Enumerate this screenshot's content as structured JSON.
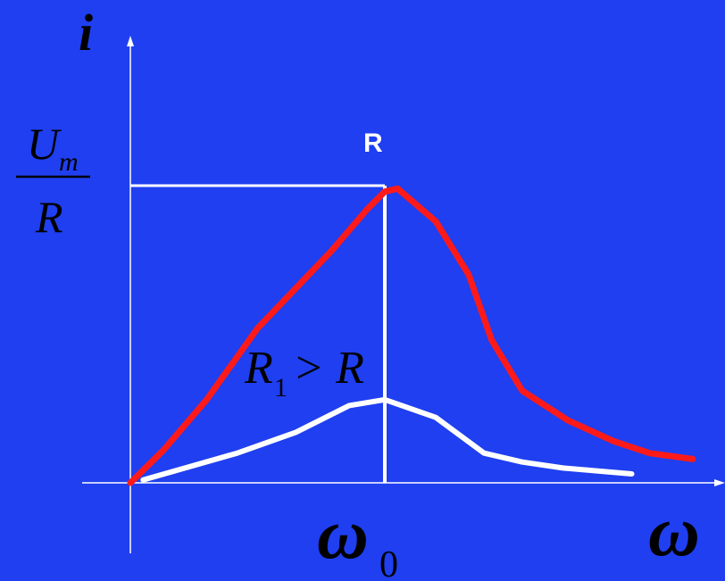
{
  "labels": {
    "y_axis": "i",
    "x_axis": "ω",
    "peak_x": "ω",
    "peak_x_subscript": "0",
    "peak_y_numerator": "U",
    "peak_y_numerator_subscript": "m",
    "peak_y_denominator": "R",
    "curve_R": "R",
    "curve_R1_R": "R",
    "curve_R1_subscript": "1",
    "curve_R1_rest": " > R"
  },
  "colors": {
    "background": "#1f3ff0",
    "axes": "#ffffff",
    "curve_R": "#ff1a1a",
    "curve_R1": "#ffffff",
    "math_text": "#000000"
  },
  "chart_data": {
    "type": "line",
    "series": [
      {
        "name": "R",
        "x": [
          0,
          0.13,
          0.3,
          0.5,
          0.79,
          0.93,
          1.0,
          1.05,
          1.2,
          1.33,
          1.42,
          1.54,
          1.72,
          1.9,
          2.04,
          2.21
        ],
        "y": [
          0,
          0.11,
          0.28,
          0.52,
          0.78,
          0.92,
          0.98,
          0.99,
          0.88,
          0.7,
          0.48,
          0.31,
          0.21,
          0.14,
          0.1,
          0.08
        ]
      },
      {
        "name": "R1 > R",
        "x": [
          0.05,
          0.42,
          0.65,
          0.86,
          1.0,
          1.2,
          1.39,
          1.54,
          1.7,
          1.97
        ],
        "y": [
          0.01,
          0.1,
          0.17,
          0.26,
          0.28,
          0.22,
          0.1,
          0.07,
          0.05,
          0.03
        ]
      }
    ],
    "peak": {
      "x": 1.0,
      "y": 1.0
    }
  }
}
